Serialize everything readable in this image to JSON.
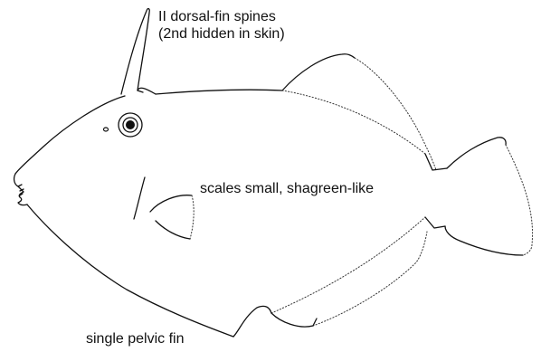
{
  "diagram": {
    "labels": {
      "dorsal_spines_line1": "II dorsal-fin spines",
      "dorsal_spines_line2": "(2nd hidden in skin)",
      "scales": "scales small, shagreen-like",
      "pelvic": "single pelvic fin"
    },
    "colors": {
      "ink": "#111111",
      "background": "#ffffff"
    }
  }
}
